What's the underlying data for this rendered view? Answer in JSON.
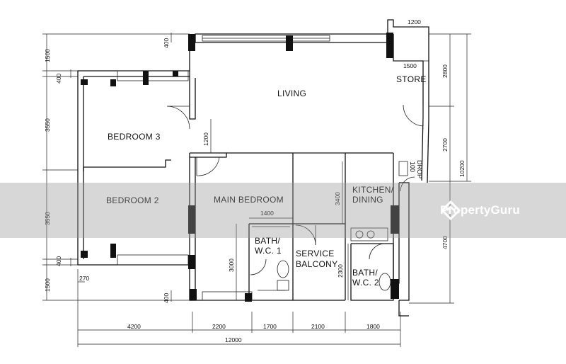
{
  "rooms": {
    "living": "LIVING",
    "store": "STORE",
    "bedroom3": "BEDROOM 3",
    "bedroom2": "BEDROOM 2",
    "main_bedroom": "MAIN BEDROOM",
    "kitchen_line1": "KITCHEN/",
    "kitchen_line2": "DINING",
    "bath1_line1": "BATH/",
    "bath1_line2": "W.C. 1",
    "service_line1": "SERVICE",
    "service_line2": "BALCONY",
    "bath2_line1": "BATH/",
    "bath2_line2": "W.C. 2",
    "refuse_line1": "100",
    "refuse_line2": "DROP"
  },
  "dimensions": {
    "top_store_width": "1200",
    "store_inner": "1500",
    "right_2800": "2800",
    "right_2700": "2700",
    "right_total": "10200",
    "right_4700": "4700",
    "left_1500_top": "1500",
    "left_400_a": "400",
    "left_3550_a": "3550",
    "left_3550_b": "3550",
    "left_400_b": "400",
    "left_1500_bottom": "1500",
    "left_270": "270",
    "top_400": "400",
    "bottom_400": "400",
    "door_1200": "1200",
    "bath1_1400": "1400",
    "bath1_3000": "3000",
    "kitchen_3400": "3400",
    "service_2300": "2300",
    "bottom_4200": "4200",
    "bottom_2200": "2200",
    "bottom_1700": "1700",
    "bottom_2100": "2100",
    "bottom_1800": "1800",
    "bottom_total": "12000"
  },
  "watermark": {
    "brand": "PropertyGuru",
    "icon": "propertyguru-logo-icon"
  }
}
